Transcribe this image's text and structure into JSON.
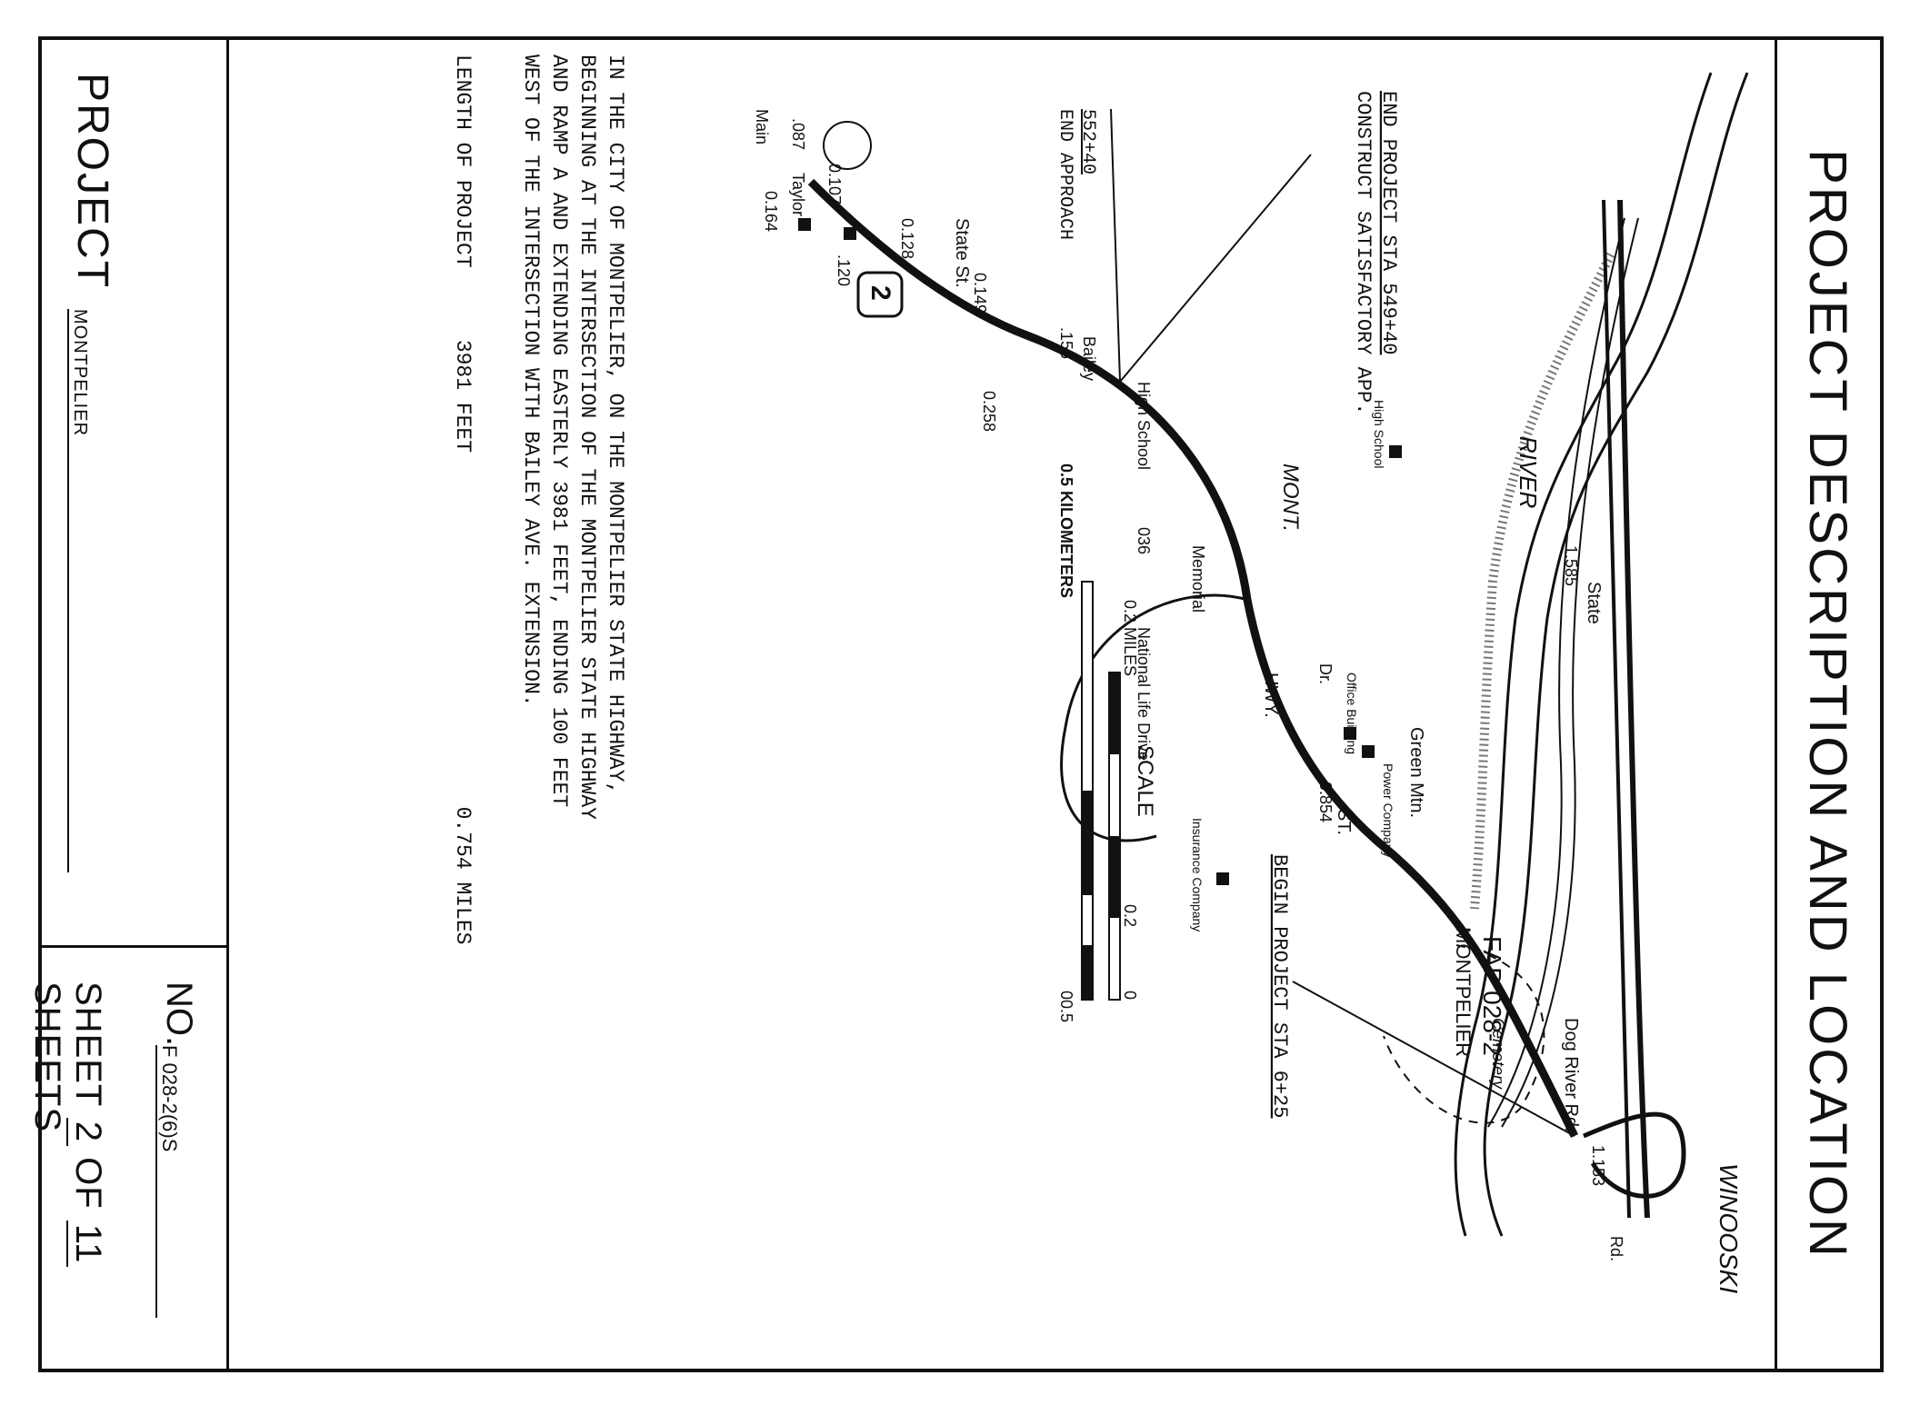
{
  "title": "PROJECT DESCRIPTION AND LOCATION",
  "footer": {
    "project_label": "PROJECT",
    "project_value": "MONTPELIER",
    "no_label": "NO.",
    "no_value": "F 028-2(6)S",
    "sheet_prefix": "SHEET",
    "sheet_number": "2",
    "sheet_of": "OF",
    "sheet_total": "11",
    "sheet_suffix": "SHEETS"
  },
  "description": {
    "lines": [
      "IN THE CITY OF MONTPELIER, ON THE MONTPELIER STATE HIGHWAY,",
      "BEGINNING AT THE INTERSECTION OF THE MONTPELIER STATE HIGHWAY",
      "AND RAMP A AND EXTENDING EASTERLY 3981 FEET, ENDING 100 FEET",
      "WEST OF THE INTERSECTION WITH BAILEY AVE. EXTENSION."
    ],
    "length_label": "LENGTH OF PROJECT",
    "length_feet": "3981 FEET",
    "length_miles": "0.754 MILES"
  },
  "map": {
    "begin_label": "BEGIN PROJECT STA 6+25",
    "end_label_1": "END PROJECT STA 549+40",
    "end_label_2": "CONSTRUCT SATISFACTORY APP.",
    "end_approach_sta": "552+40",
    "end_approach": "END APPROACH",
    "route": "FAP 028-2",
    "route_sub": "MONTPELIER",
    "river": "RIVER",
    "winooski": "WINOOSKI",
    "dog_river": "Dog River Rd.",
    "rd": "Rd.",
    "cemetery": "Cemetery",
    "state_top": "State",
    "mont": "MONT.",
    "green_mtn": "Green Mtn.",
    "power_co": "Power Company",
    "office_bldg": "Office Building",
    "dr": "Dr.",
    "st": "ST.",
    "hwy": "HWY.",
    "national_life": "National Life Drive",
    "memorial": "Memorial",
    "insurance": "Insurance Company",
    "high_school": "High School",
    "high_school_2": "High School",
    "bailey": "Bailey",
    "state_st": "State St.",
    "main": "Main",
    "taylor": "Taylor",
    "shield": "2",
    "mileposts": [
      "1.153",
      "0.854",
      "1.585",
      "036",
      ".156",
      "0.258",
      "0.149",
      "0.128",
      ".120",
      "0.107",
      "0.164",
      ".087"
    ],
    "scale_title": "SCALE",
    "scale_miles_ticks": [
      "0",
      "0.2",
      "0.2 MILES"
    ],
    "scale_km_ticks": [
      "0",
      "0.5",
      "0.5 KILOMETERS"
    ]
  }
}
